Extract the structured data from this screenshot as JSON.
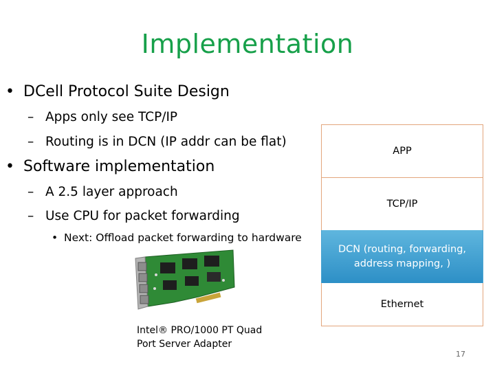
{
  "title": "Implementation",
  "bullets": [
    {
      "text": "DCell Protocol Suite Design",
      "sub": [
        "Apps only see TCP/IP",
        "Routing is in DCN (IP addr can be flat)"
      ]
    },
    {
      "text": "Software implementation",
      "sub": [
        "A 2.5 layer approach",
        "Use CPU for packet forwarding"
      ],
      "subsub": "Next: Offload packet forwarding to hardware"
    }
  ],
  "stack": {
    "app": "APP",
    "tcp": "TCP/IP",
    "dcn_line1": "DCN (routing,  forwarding,",
    "dcn_line2": "address mapping, )",
    "ethernet": "Ethernet"
  },
  "image_caption": {
    "line1": "Intel® PRO/1000 PT Quad",
    "line2": "Port Server Adapter"
  },
  "page_number": "17",
  "colors": {
    "title": "#17a04a",
    "dcn_fill": "#3a9ed0",
    "layer_border": "#e2a57b"
  }
}
